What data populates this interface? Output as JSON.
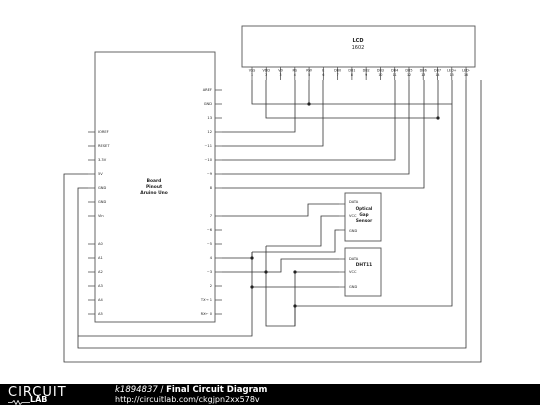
{
  "lcd": {
    "line1": "LCD",
    "line2": "1602",
    "pins": [
      "VSS",
      "VDD",
      "V0",
      "RS",
      "RW",
      "E",
      "DB0",
      "DB1",
      "DB2",
      "DB3",
      "DB4",
      "DB5",
      "DB6",
      "DB7",
      "LED+",
      "LED-"
    ],
    "pin_numbers": [
      "1",
      "2",
      "3",
      "4",
      "5",
      "6",
      "7",
      "8",
      "9",
      "10",
      "11",
      "12",
      "13",
      "14",
      "15",
      "16"
    ]
  },
  "board": {
    "line1": "Board",
    "line2": "Pinout",
    "line3": "Aruino Uno",
    "left_pins": [
      "IOREF",
      "RESET",
      "3.3V",
      "5V",
      "GND",
      "GND",
      "Vin",
      "A0",
      "A1",
      "A2",
      "A3",
      "A4",
      "A5"
    ],
    "right_pins": [
      "AREF",
      "GND",
      "13",
      "12",
      "~11",
      "~10",
      "~9",
      "8",
      "7",
      "~6",
      "~5",
      "4",
      "~3",
      "2",
      "TX→ 1",
      "RX← 0"
    ]
  },
  "optical": {
    "pin_data": "DATA",
    "pin_vcc": "VCC",
    "pin_gnd": "GND",
    "line1": "Optical",
    "line2": "Gap",
    "line3": "Sensor"
  },
  "dht": {
    "pin_data": "DATA",
    "pin_vcc": "VCC",
    "pin_gnd": "GND",
    "name": "DHT11"
  },
  "footer": {
    "logo_top": "CIRCUIT",
    "logo_bottom": "LAB",
    "username": "k1894837",
    "separator": " / ",
    "title": "Final Circuit Diagram",
    "url": "http://circuitlab.com/ckgjpn2xx578v"
  }
}
